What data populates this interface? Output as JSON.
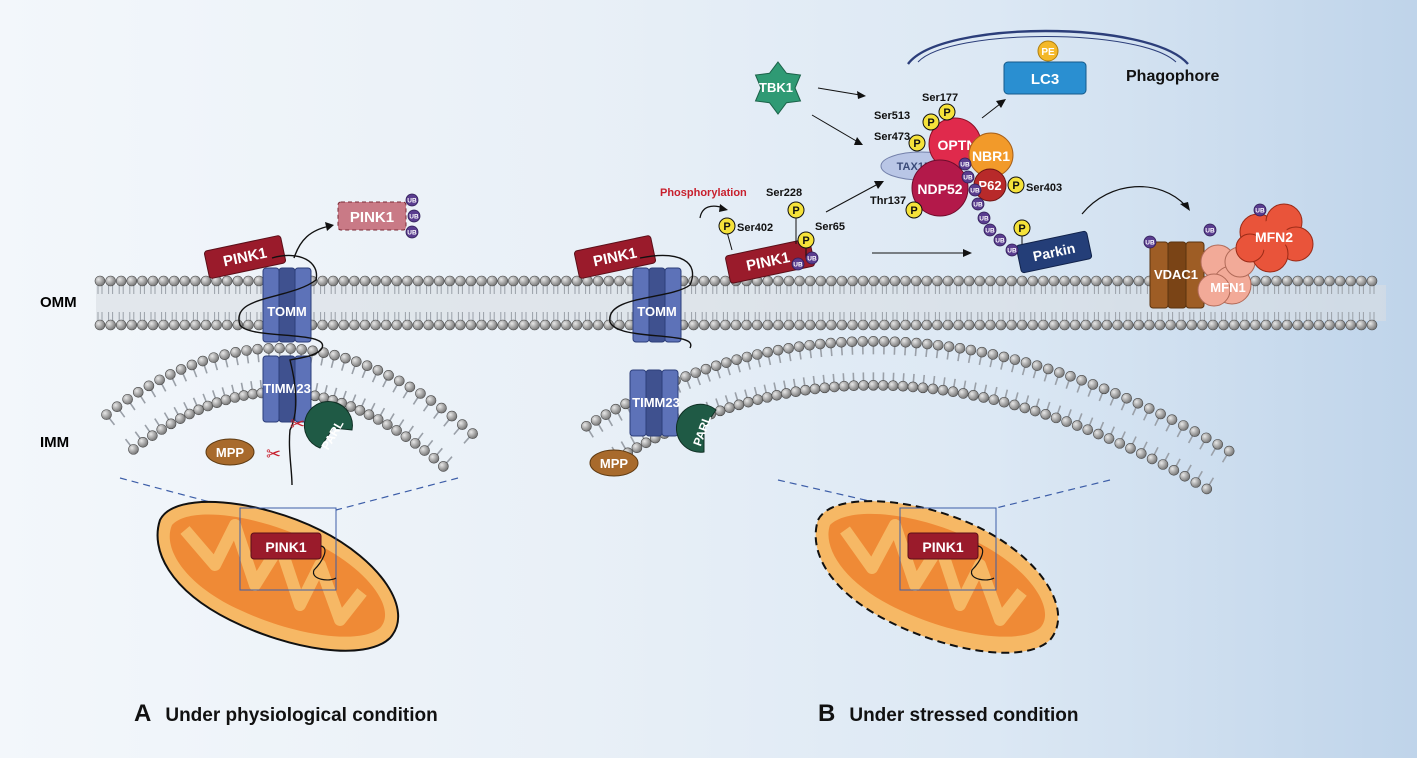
{
  "labels": {
    "omm": "OMM",
    "imm": "IMM",
    "tomm": "TOMM",
    "timm23": "TIMM23",
    "parl": "PARL",
    "mpp": "MPP",
    "pink1": "PINK1",
    "ub": "UB",
    "p": "P",
    "phosphorylation": "Phosphorylation",
    "ser402": "Ser402",
    "ser228": "Ser228",
    "ser65": "Ser65",
    "tbk1": "TBK1",
    "pe": "PE",
    "lc3": "LC3",
    "phagophore": "Phagophore",
    "ser177": "Ser177",
    "ser513": "Ser513",
    "ser473": "Ser473",
    "optn": "OPTN",
    "tax1bp1": "TAX1BP1",
    "nbr1": "NBR1",
    "ndp52": "NDP52",
    "p62": "P62",
    "ser403": "Ser403",
    "thr137": "Thr137",
    "parkin": "Parkin",
    "vdac1": "VDAC1",
    "mfn1": "MFN1",
    "mfn2": "MFN2"
  },
  "panels": [
    {
      "letter": "A",
      "title": "Under physiological condition"
    },
    {
      "letter": "B",
      "title": "Under stressed condition"
    }
  ],
  "colors": {
    "pink1": "#9a1b2b",
    "pink1_faded": "#c97a86",
    "tomm": "#5d72b8",
    "parl": "#1f5a45",
    "mpp": "#a86a2c",
    "ub": "#5a3d8f",
    "phospho": "#f5e23a",
    "tbk1": "#2f9a74",
    "lc3": "#2a8fd1",
    "pe": "#f4b828",
    "optn": "#e02a4c",
    "tax1bp1": "#b9c6e6",
    "nbr1": "#f29a2a",
    "ndp52": "#b3194a",
    "p62": "#b82a2a",
    "parkin": "#243e78",
    "vdac1": "#9e5d25",
    "mfn1": "#f2aa98",
    "mfn2": "#e9543a",
    "mito_outer": "#f6b865",
    "mito_crista": "#ef8a36",
    "red_text": "#c8202d"
  }
}
